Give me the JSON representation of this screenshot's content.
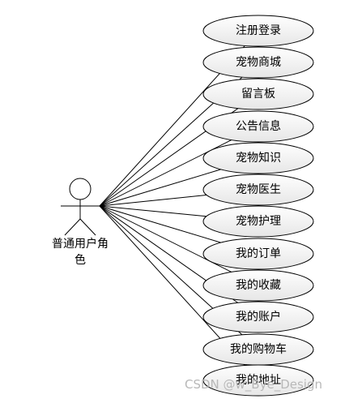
{
  "diagram": {
    "actor": {
      "label_line1": "普通用户角",
      "label_line2": "色"
    },
    "use_cases": [
      {
        "label": "注册登录"
      },
      {
        "label": "宠物商城"
      },
      {
        "label": "留言板"
      },
      {
        "label": "公告信息"
      },
      {
        "label": "宠物知识"
      },
      {
        "label": "宠物医生"
      },
      {
        "label": "宠物护理"
      },
      {
        "label": "我的订单"
      },
      {
        "label": "我的收藏"
      },
      {
        "label": "我的账户"
      },
      {
        "label": "我的购物车"
      },
      {
        "label": "我的地址"
      }
    ]
  },
  "watermark": {
    "text": "CSDN @w_Bye_Design"
  },
  "colors": {
    "stroke": "#000000",
    "oval_fill_top": "#ffffff",
    "oval_fill_bottom": "#e6e6e6",
    "watermark": "#b8b8b8"
  }
}
